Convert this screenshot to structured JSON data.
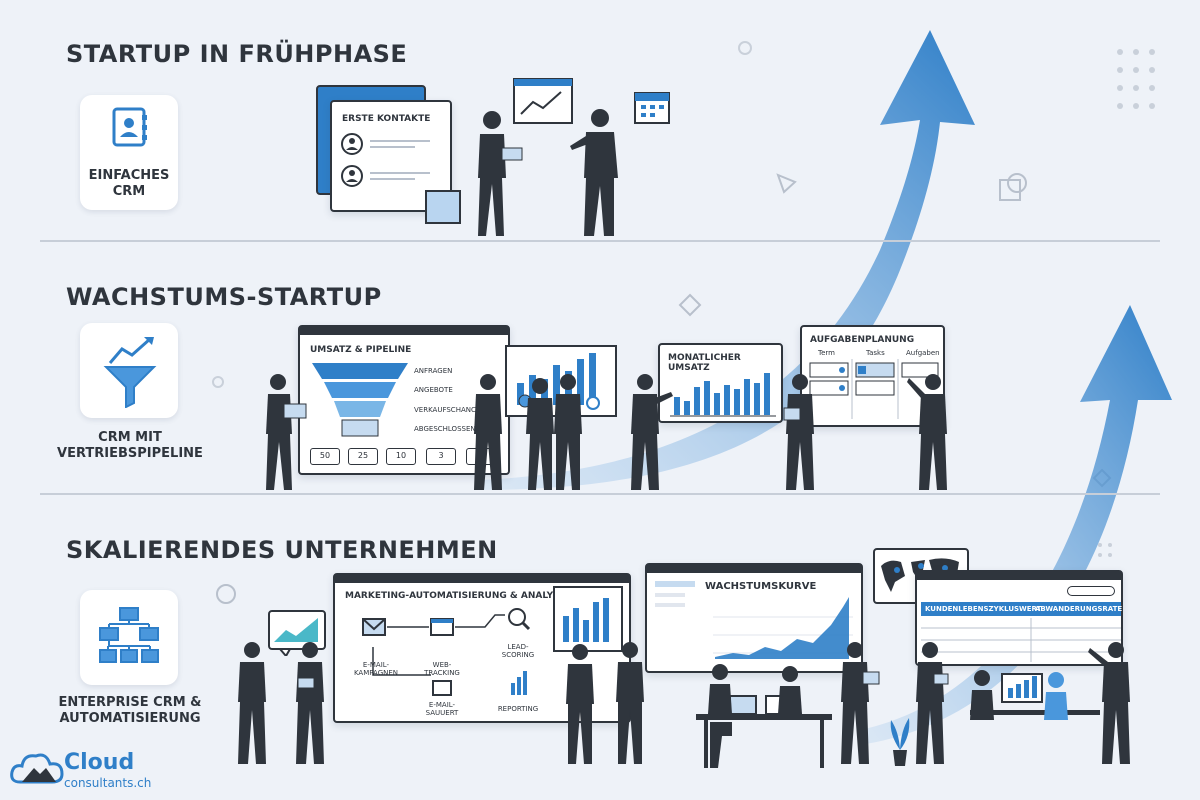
{
  "stages": [
    {
      "title": "STARTUP IN FRÜHPHASE",
      "crm_label": "EINFACHES\nCRM"
    },
    {
      "title": "WACHSTUMS-STARTUP",
      "crm_label": "CRM MIT\nVERTRIEBSPIPELINE"
    },
    {
      "title": "SKALIERENDES UNTERNEHMEN",
      "crm_label": "ENTERPRISE CRM &\nAUTOMATISIERUNG"
    }
  ],
  "stage1": {
    "panel_title": "ERSTE KONTAKTE"
  },
  "stage2": {
    "pipeline_title": "UMSATZ & PIPELINE",
    "funnel_labels": [
      "ANFRAGEN",
      "ANGEBOTE",
      "VERKAUFSCHANCE",
      "ABGESCHLOSSEN"
    ],
    "numbers": [
      "50",
      "25",
      "10",
      "3"
    ],
    "revenue_title": "MONATLICHER UMSATZ",
    "tasks_title": "AUFGABENPLANUNG",
    "task_columns": [
      "Term",
      "Tasks",
      "Aufgaben"
    ]
  },
  "stage3": {
    "automation_title": "MARKETING-AUTOMATISIERUNG & ANALYTIK",
    "nodes": [
      "E-MAIL-\nKAMPAGNEN",
      "WEB-\nTRACKING",
      "LEAD-\nSCORING",
      "E-MAIL-\nSAUUERT",
      "REPORTING"
    ],
    "growth_title": "WACHSTUMSKURVE",
    "table_headers": [
      "KUNDENLEBENSZYKLUSWERT",
      "ABWANDERUNGSRATE"
    ]
  },
  "logo": {
    "name": "Cloud",
    "domain": "consultants.ch"
  },
  "colors": {
    "accent": "#2f7fc8",
    "dark": "#2f353d",
    "background": "#eef2f8"
  }
}
